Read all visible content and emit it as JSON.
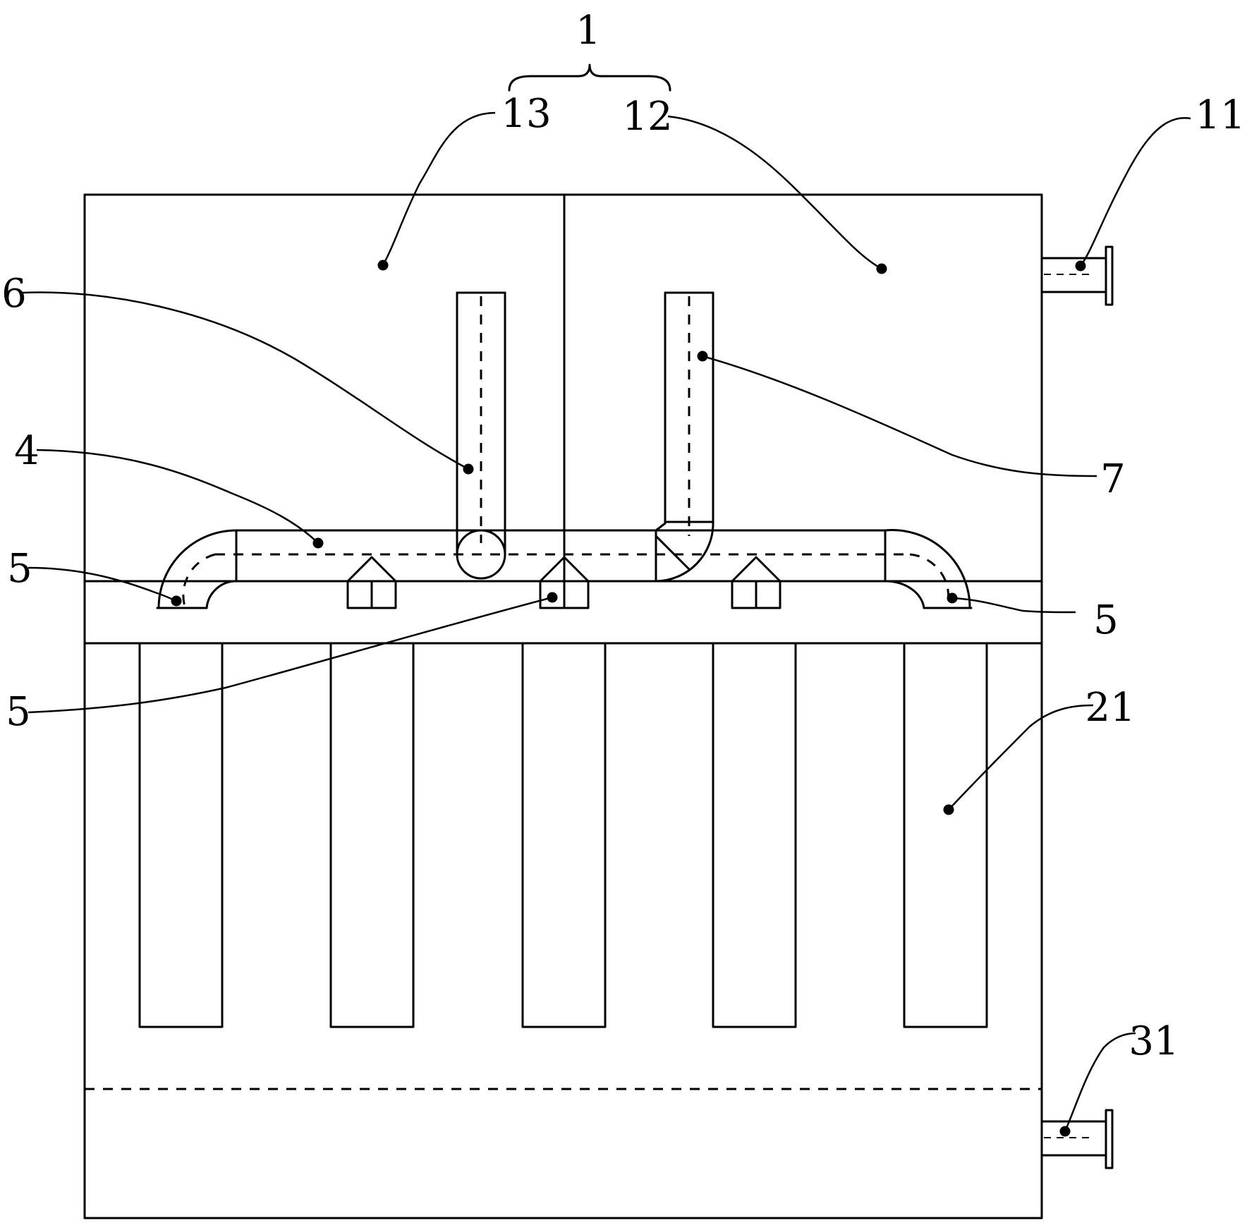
{
  "labels": {
    "group": "1",
    "part13": "13",
    "part12": "12",
    "part11": "11",
    "part6": "6",
    "part4": "4",
    "part7": "7",
    "part5_left": "5",
    "part5_right": "5",
    "part5_bottom": "5",
    "part21": "21",
    "part31": "31"
  }
}
